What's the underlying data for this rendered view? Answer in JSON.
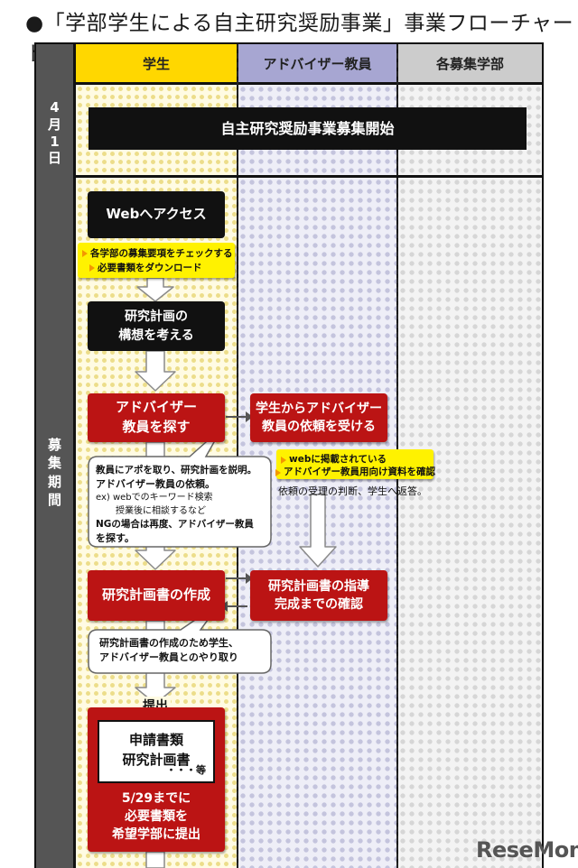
{
  "title": "●「学部学生による自主研究奨励事業」事業フローチャート",
  "lanes": {
    "student": "学生",
    "advisor": "アドバイザー教員",
    "faculty": "各募集学部"
  },
  "colors": {
    "student_header": "#ffd700",
    "advisor_header": "#a7a6d2",
    "faculty_header": "#cccccc",
    "red_box": "#bb1414",
    "yellow_note": "#fff200"
  },
  "phases": {
    "start_date": "4\n月\n1\n日",
    "period": "募\n集\n期\n間"
  },
  "start_banner": "自主研究奨励事業募集開始",
  "steps": {
    "web_access": "Webへアクセス",
    "check_note_1": "各学部の募集要項をチェックする",
    "check_note_2": "必要書類をダウンロード",
    "plan_idea_1": "研究計画の",
    "plan_idea_2": "構想を考える",
    "find_advisor_1": "アドバイザー",
    "find_advisor_2": "教員を探す",
    "advisor_request_1": "学生からアドバイザー",
    "advisor_request_2": "教員の依頼を受ける",
    "advisor_note_1": "webに掲載されている",
    "advisor_note_2": "アドバイザー教員用向け資料を確認",
    "advisor_reply": "依頼の受理の判断、学生へ返答。",
    "bubble1_line1": "教員にアポを取り、研究計画を説明。",
    "bubble1_line2": "アドバイザー教員の依頼。",
    "bubble1_line3": "ex) webでのキーワード検索",
    "bubble1_line4": "授業後に相談するなど",
    "bubble1_line5": "NGの場合は再度、アドバイザー教員",
    "bubble1_line6": "を探す。",
    "plan_doc": "研究計画書の作成",
    "guidance_1": "研究計画書の指導",
    "guidance_2": "完成までの確認",
    "bubble2_line1": "研究計画書の作成のため学生、",
    "bubble2_line2": "アドバイザー教員とのやり取り",
    "submit_label": "提出",
    "docs_1": "申請書類",
    "docs_2": "研究計画書",
    "docs_etc": "・・・等",
    "deadline_1": "5/29までに",
    "deadline_2": "必要書類を",
    "deadline_3": "希望学部に提出"
  },
  "logo": "ReseMom"
}
